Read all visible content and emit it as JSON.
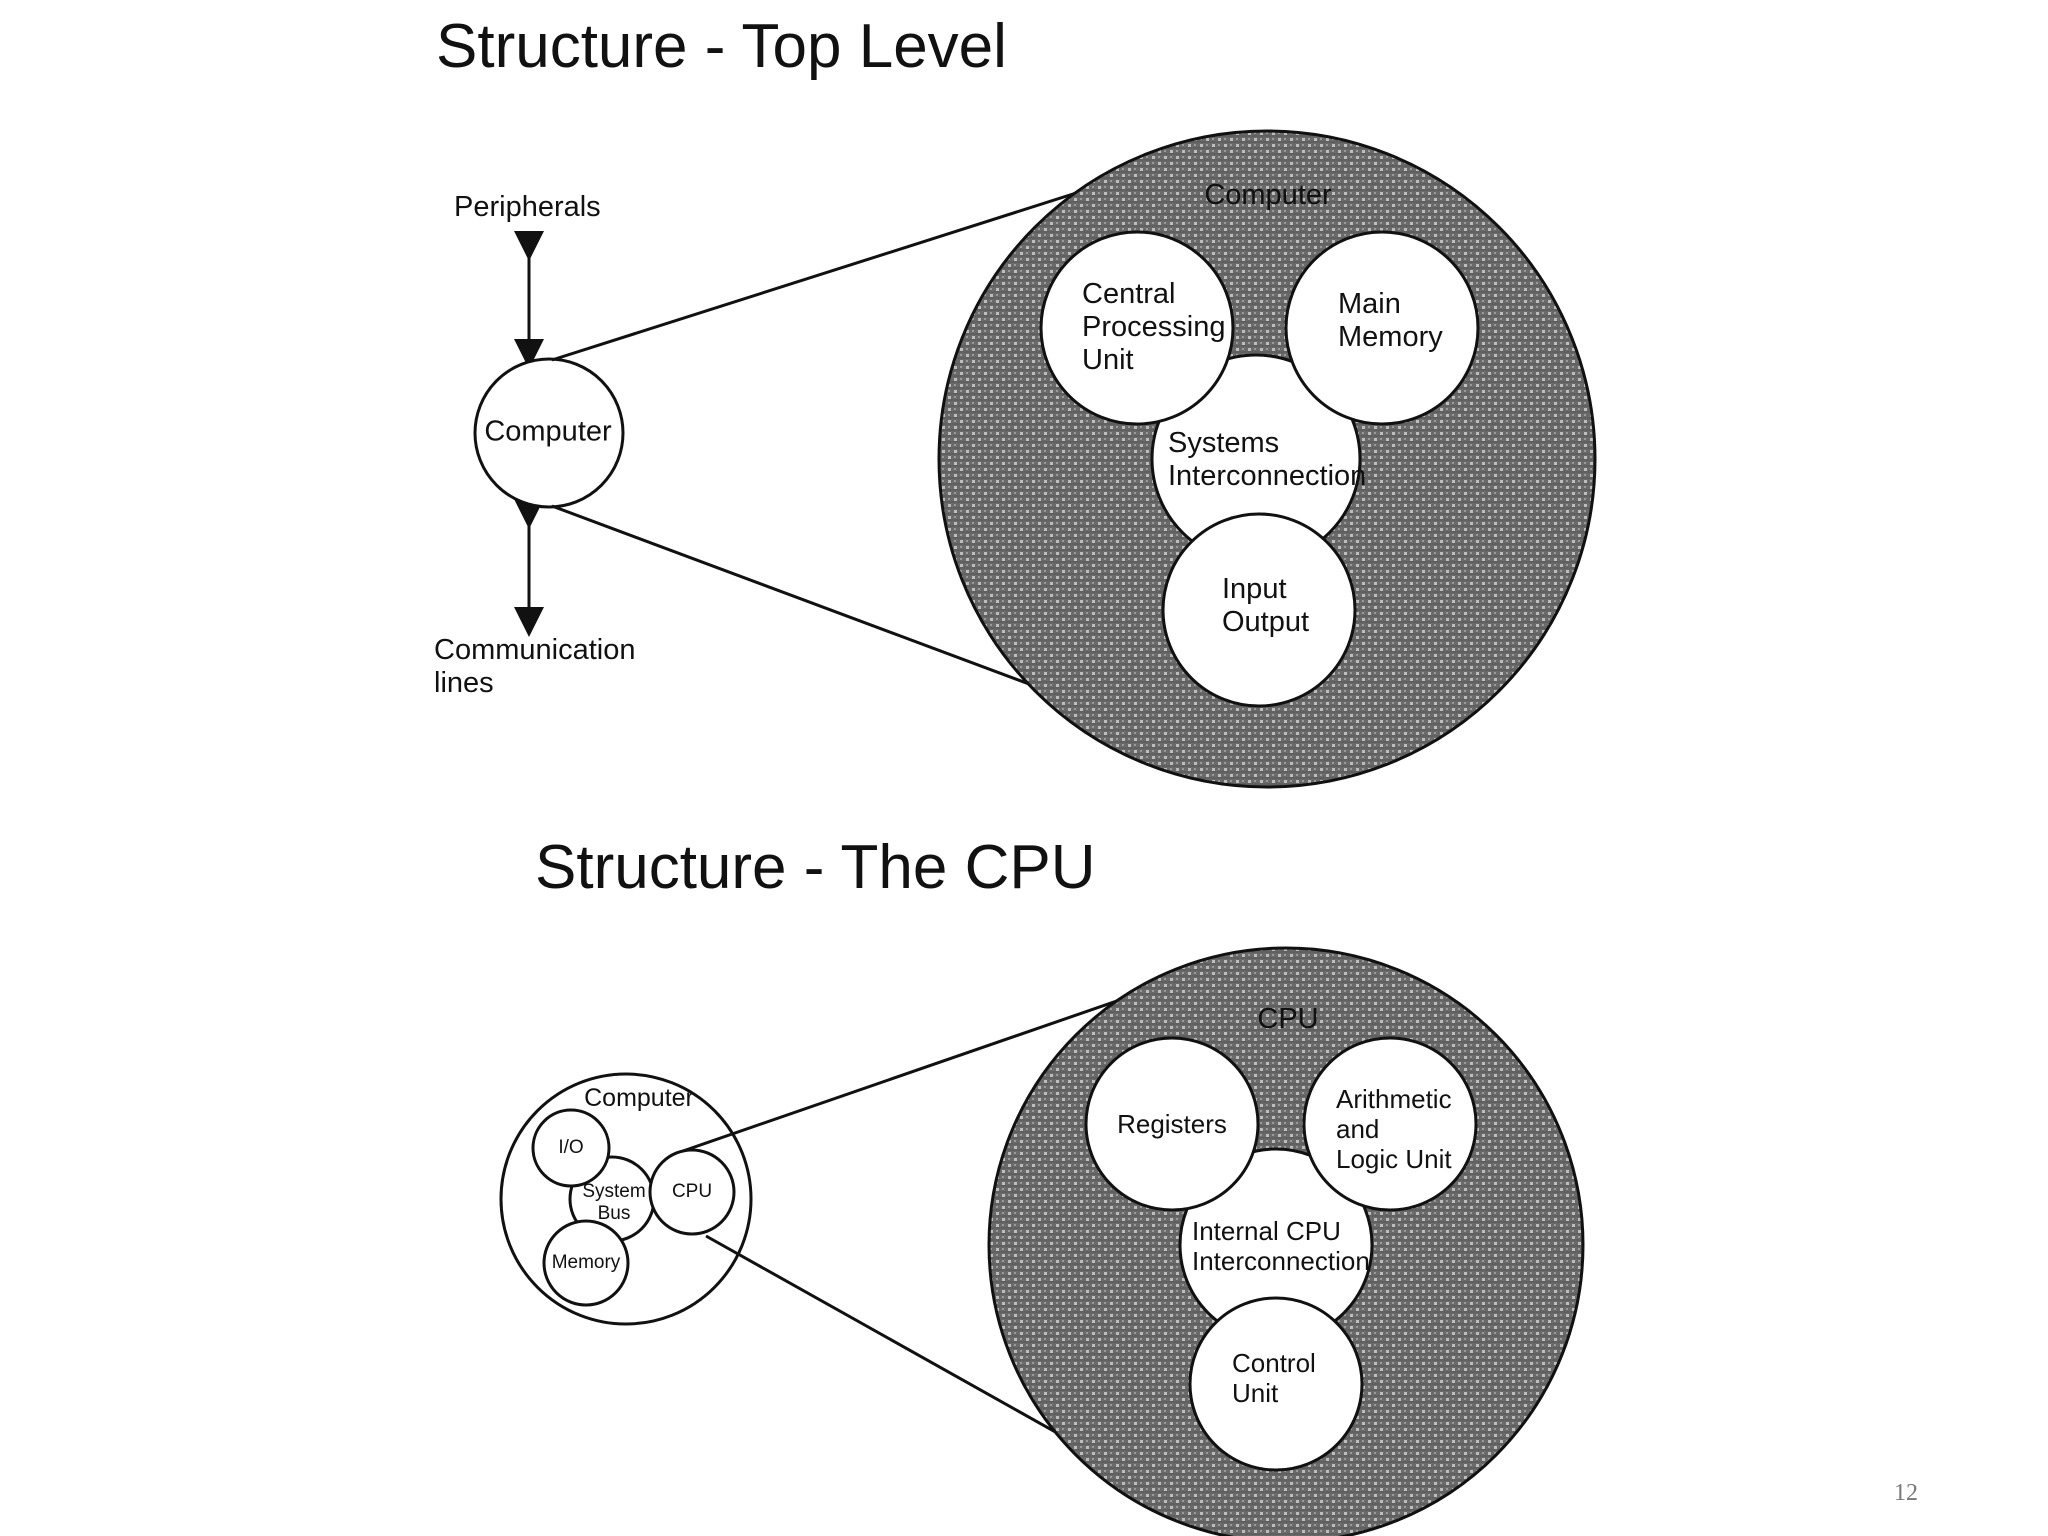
{
  "slide": {
    "page_number": "12",
    "colors": {
      "hatch_dark": "#5a5a5a",
      "hatch_light": "#9a9a9a",
      "line": "#111111"
    }
  },
  "top": {
    "title": "Structure - Top Level",
    "peripherals": "Peripherals",
    "communication": [
      "Communication",
      "lines"
    ],
    "computer": "Computer",
    "big_title": "Computer",
    "cpu": [
      "Central",
      "Processing",
      "Unit"
    ],
    "memory": [
      "Main",
      "Memory"
    ],
    "interconnect": [
      "Systems",
      "Interconnection"
    ],
    "io": [
      "Input",
      "Output"
    ]
  },
  "bottom": {
    "title": "Structure - The CPU",
    "computer": "Computer",
    "io": "I/O",
    "bus": [
      "System",
      "Bus"
    ],
    "cpu": "CPU",
    "memory": "Memory",
    "big_title": "CPU",
    "registers": "Registers",
    "alu": [
      "Arithmetic",
      "and",
      "Logic Unit"
    ],
    "interconnect": [
      "Internal CPU",
      "Interconnection"
    ],
    "control": [
      "Control",
      "Unit"
    ]
  }
}
